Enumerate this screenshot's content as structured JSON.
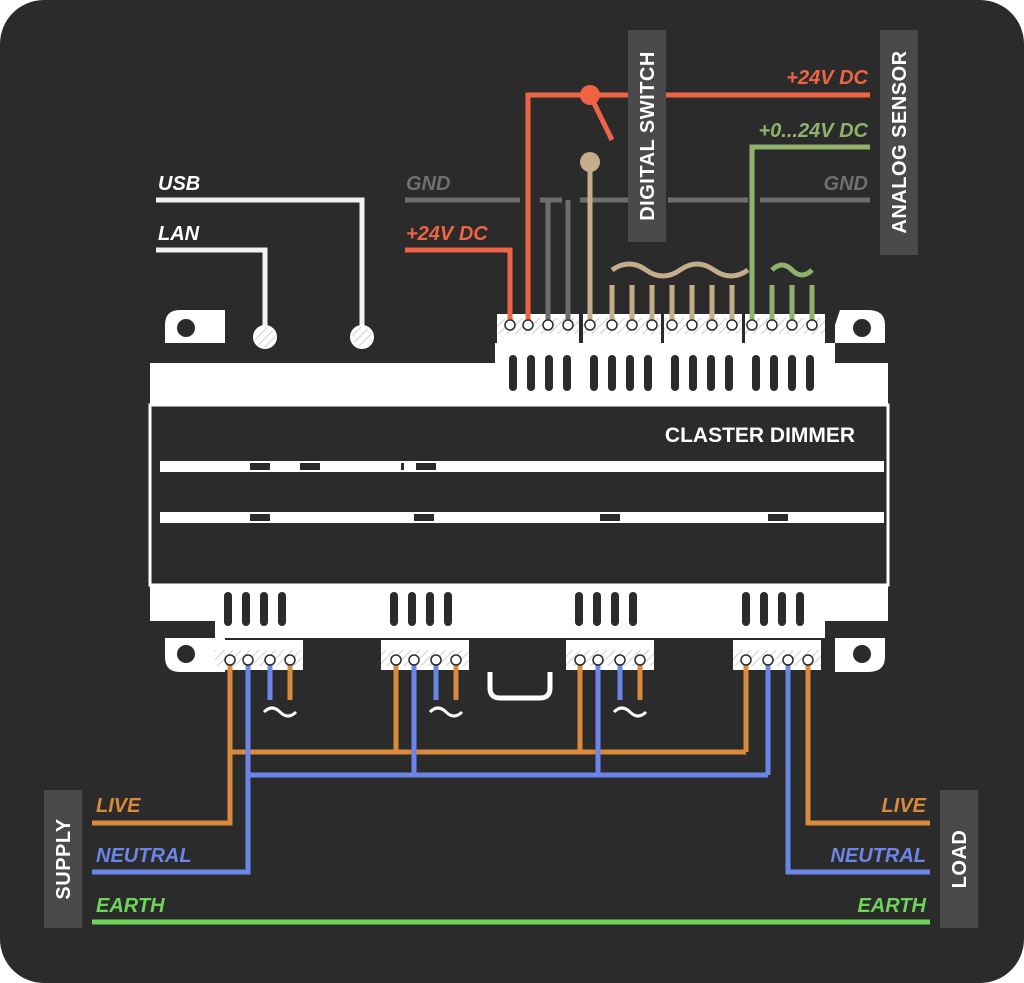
{
  "device": {
    "name": "CLASTER DIMMER"
  },
  "ports": {
    "usb": "USB",
    "lan": "LAN"
  },
  "top_labels": {
    "gnd_left": "GND",
    "gnd_right": "GND",
    "v24_left": "+24V DC",
    "v24_right": "+24V DC",
    "analog_range": "+0...24V DC"
  },
  "modules": {
    "digital_switch": "DIGITAL SWITCH",
    "analog_sensor": "ANALOG SENSOR"
  },
  "supply": {
    "title": "SUPPLY",
    "live": "LIVE",
    "neutral": "NEUTRAL",
    "earth": "EARTH"
  },
  "load": {
    "title": "LOAD",
    "live": "LIVE",
    "neutral": "NEUTRAL",
    "earth": "EARTH"
  },
  "symbols": {
    "ac_wave": "~"
  },
  "colors": {
    "background": "#2b2b2b",
    "device": "#ffffff",
    "live": "#d98a3a",
    "neutral": "#6b86e8",
    "earth": "#6fd45a",
    "dc_positive": "#f06446",
    "ground": "#6f6f6f",
    "analog": "#8fb26c",
    "switch_wire": "#c4ad8a",
    "port_wire": "#f2f2f2",
    "label_box": "#4a4a4a"
  },
  "icons": {
    "usb_port": "round-port-icon",
    "lan_port": "round-port-icon",
    "relay": "switch-contact-icon"
  }
}
